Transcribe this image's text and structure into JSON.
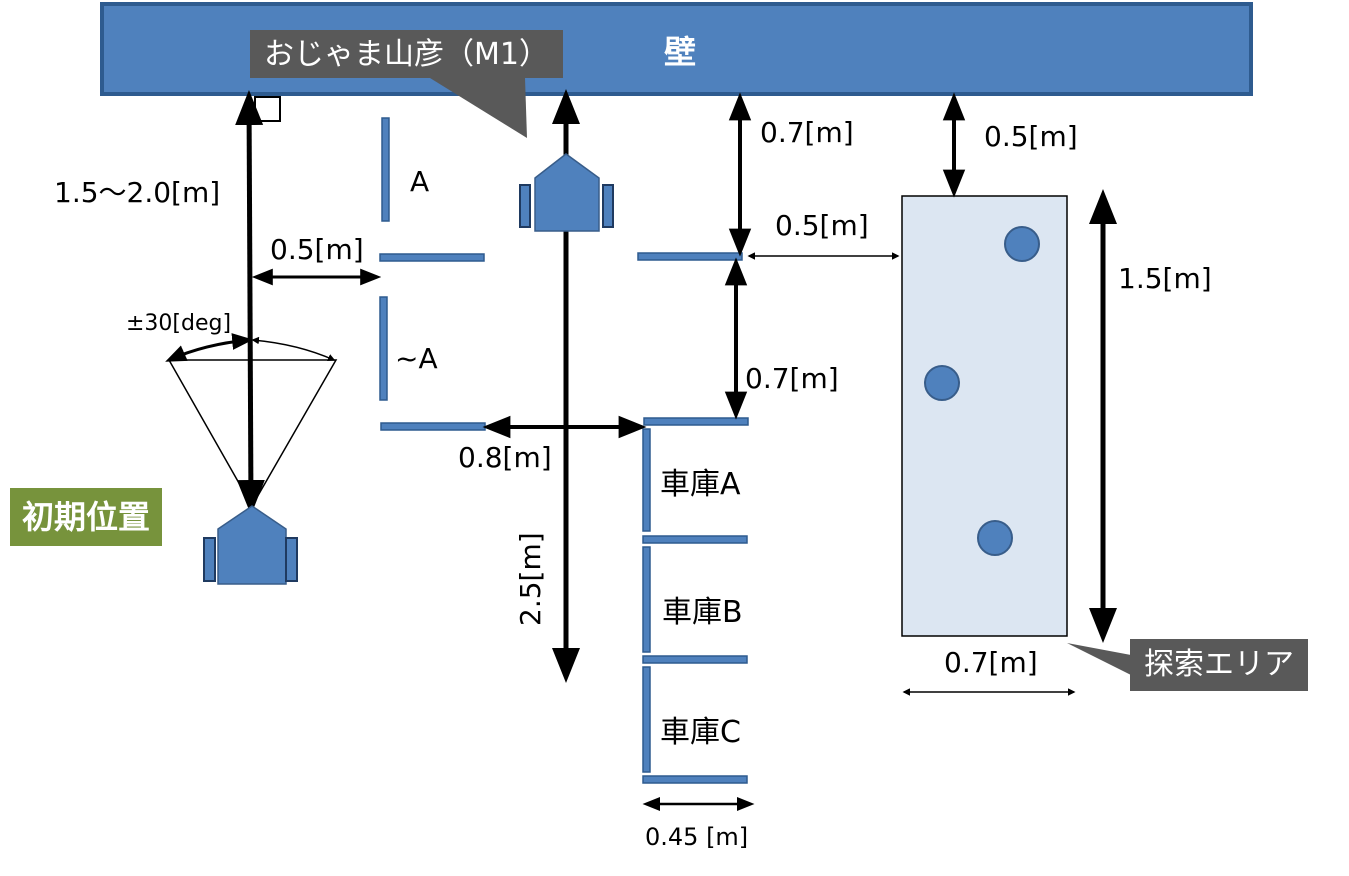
{
  "wall": {
    "label": "壁"
  },
  "robot_callout": {
    "label": "おじゃま山彦（M1）"
  },
  "start_badge": {
    "label": "初期位置"
  },
  "search_callout": {
    "label": "探索エリア"
  },
  "gates": {
    "a": "A",
    "not_a": "~A"
  },
  "garages": {
    "a": "車庫A",
    "b": "車庫B",
    "c": "車庫C"
  },
  "dims": {
    "start_to_wall": "1.5〜2.0[m]",
    "start_to_gate": "0.5[m]",
    "angle": "±30[deg]",
    "gate_to_garage": "0.8[m]",
    "obstacle_travel": "2.5[m]",
    "wall_to_divider": "0.7[m]",
    "divider_to_garage": "0.7[m]",
    "divider_to_area": "0.5[m]",
    "wall_to_area": "0.5[m]",
    "area_height": "1.5[m]",
    "area_width": "0.7[m]",
    "garage_width": "0.45 [m]"
  },
  "colors": {
    "wall_fill": "#4f81bd",
    "wall_stroke": "#2e5b8f",
    "area_fill": "#dce6f2",
    "robot_fill": "#4f81bd",
    "robot_stroke": "#385d8a",
    "callout": "#595959",
    "start_badge": "#77933c"
  }
}
